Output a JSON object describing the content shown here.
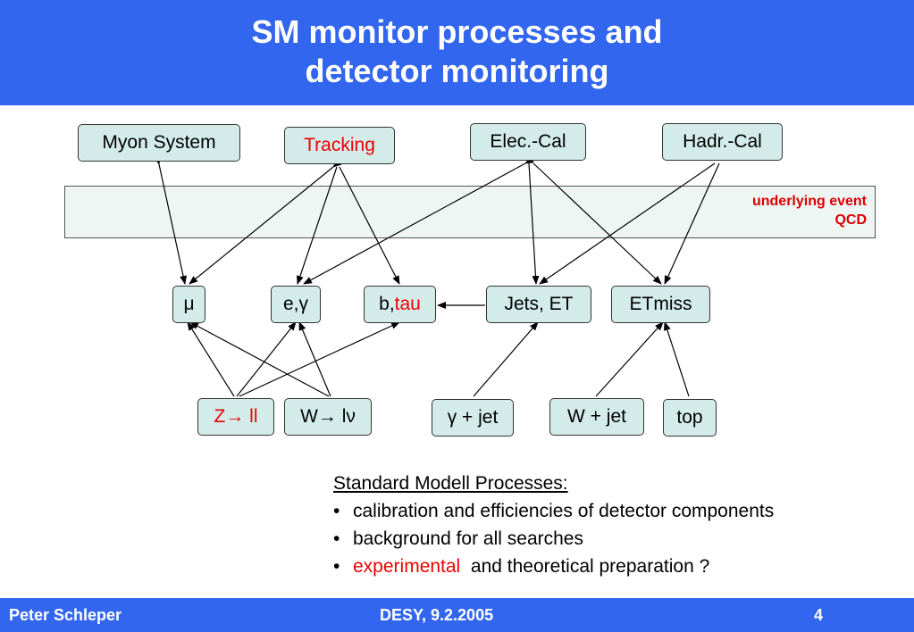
{
  "header": {
    "title_line1": "SM monitor processes and",
    "title_line2": "detector monitoring"
  },
  "band": {
    "line1": "underlying event",
    "line2": "QCD"
  },
  "nodes": {
    "myon": "Myon System",
    "tracking": "Tracking",
    "elec_cal": "Elec.-Cal",
    "hadr_cal": "Hadr.-Cal",
    "mu": "μ",
    "e_gamma": "e,γ",
    "b_prefix": "b,",
    "tau": "tau",
    "jets": "Jets, ET",
    "etmiss": "ETmiss",
    "z_text": "Z→ ll",
    "w_text": "W→ lν",
    "gamma_jet": "γ + jet",
    "w_jet": "W + jet",
    "top": "top"
  },
  "notes": {
    "heading": "Standard Modell Processes:",
    "bullet_char": "•",
    "item1": "calibration and efficiencies of detector components",
    "item2": "background for all searches",
    "item3_red": "experimental",
    "item3_rest": "and theoretical preparation ?"
  },
  "footer": {
    "author": "Peter Schleper",
    "event": "DESY, 9.2.2005",
    "page": "4"
  },
  "colors": {
    "header_bg": "#3366ee",
    "node_bg": "#d3ecea",
    "band_bg": "#eef6f4",
    "highlight": "#ee0000"
  }
}
